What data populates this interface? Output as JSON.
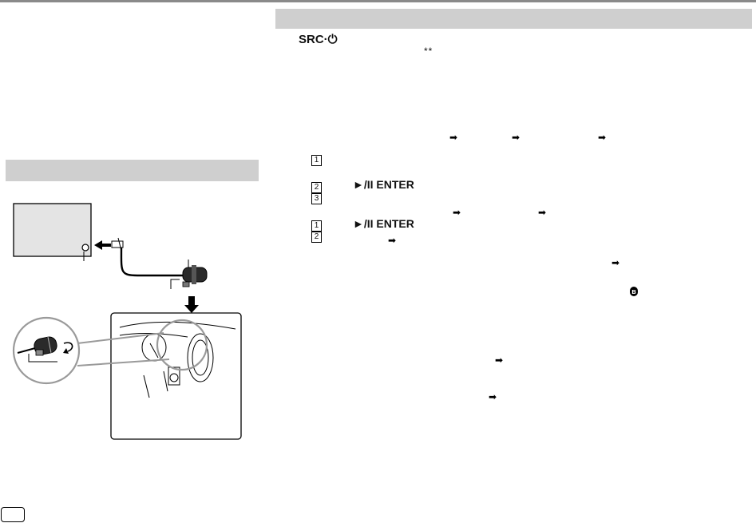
{
  "left_section": {
    "header_text": ""
  },
  "right_section": {
    "header_text": ""
  },
  "keys": {
    "src_power": "SRC·⏻",
    "play_enter_1": "►/II ENTER",
    "play_enter_2": "►/II ENTER"
  },
  "markers": {
    "double_asterisk": "**",
    "step_numbers": [
      "1",
      "2",
      "3",
      "1",
      "2"
    ]
  },
  "icons": [
    "arrow-right-icon",
    "bluetooth-icon"
  ]
}
